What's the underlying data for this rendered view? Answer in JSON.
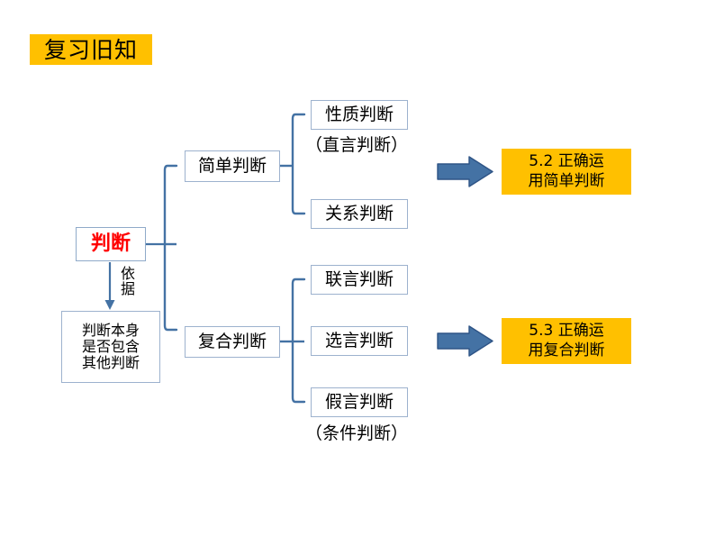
{
  "title": {
    "text": "复习旧知",
    "background": "#FFC000"
  },
  "colors": {
    "banner": "#FFC000",
    "outcome_box": "#FFC000",
    "connector_blue": "#4472A4",
    "arrow_fill": "#4472A4",
    "arrow_stroke": "#2E5486",
    "box_border": "#9DB2CE",
    "root_text_red": "#FF0000",
    "text_black": "#000000"
  },
  "diagram": {
    "type": "tree",
    "root": {
      "label": "判断",
      "text_color": "#FF0000"
    },
    "basis": {
      "arrow_label": "依据",
      "lines": [
        "判断本身",
        "是否包含",
        "其他判断"
      ],
      "full_text": "判断本身是否包含其他判断"
    },
    "branches": [
      {
        "label": "简单判断",
        "children": [
          {
            "label": "性质判断",
            "caption": "（直言判断）"
          },
          {
            "label": "关系判断",
            "caption": ""
          }
        ],
        "outcome": {
          "line1": "5.2  正确运",
          "line2": "用简单判断",
          "full_text": "5.2 正确运用简单判断"
        }
      },
      {
        "label": "复合判断",
        "children": [
          {
            "label": "联言判断",
            "caption": ""
          },
          {
            "label": "选言判断",
            "caption": ""
          },
          {
            "label": "假言判断",
            "caption": "（条件判断）"
          }
        ],
        "outcome": {
          "line1": "5.3  正确运",
          "line2": "用复合判断",
          "full_text": "5.3 正确运用复合判断"
        }
      }
    ]
  }
}
